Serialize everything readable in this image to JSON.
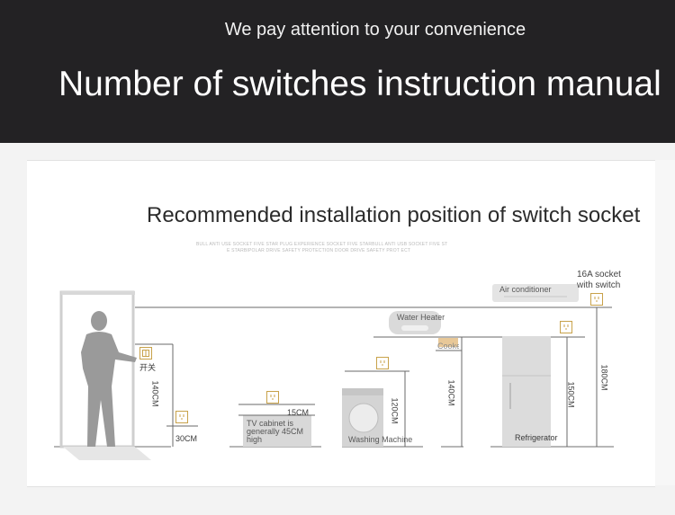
{
  "header": {
    "subtitle": "We pay attention to your convenience",
    "title": "Number of switches instruction manual"
  },
  "section": {
    "title": "Recommended installation position of switch socket",
    "fine_print_1": "BULL ANTI USE SOCKET FIVE STAR PLUG EXPERIENCE SOCKET FIVE STARBULL ANTI USB SOCKET FIVE ST",
    "fine_print_2": "E STARBIPOLAR DRIVE SAFETY PROTECTION DOOR   DRIVE SAFETY PROT ECT"
  },
  "diagram": {
    "switch_label": "开关",
    "height_140_switch": "140CM",
    "height_30": "30CM",
    "height_15": "15CM",
    "tv_note": "TV cabinet is generally 45CM high",
    "washing_machine": "Washing Machine",
    "height_120": "120CM",
    "water_heater": "Water Heater",
    "hood": "Cooker hood",
    "height_140_kitchen": "140CM",
    "air_conditioner": "Air conditioner",
    "socket_switch_1": "16A socket",
    "socket_switch_2": "with switch",
    "height_180": "180CM",
    "height_150": "150CM",
    "refrigerator": "Refrigerator"
  },
  "colors": {
    "header_bg": "#232224",
    "icon_gold": "#c8a24a",
    "figure_gray": "#9a9a9a"
  }
}
